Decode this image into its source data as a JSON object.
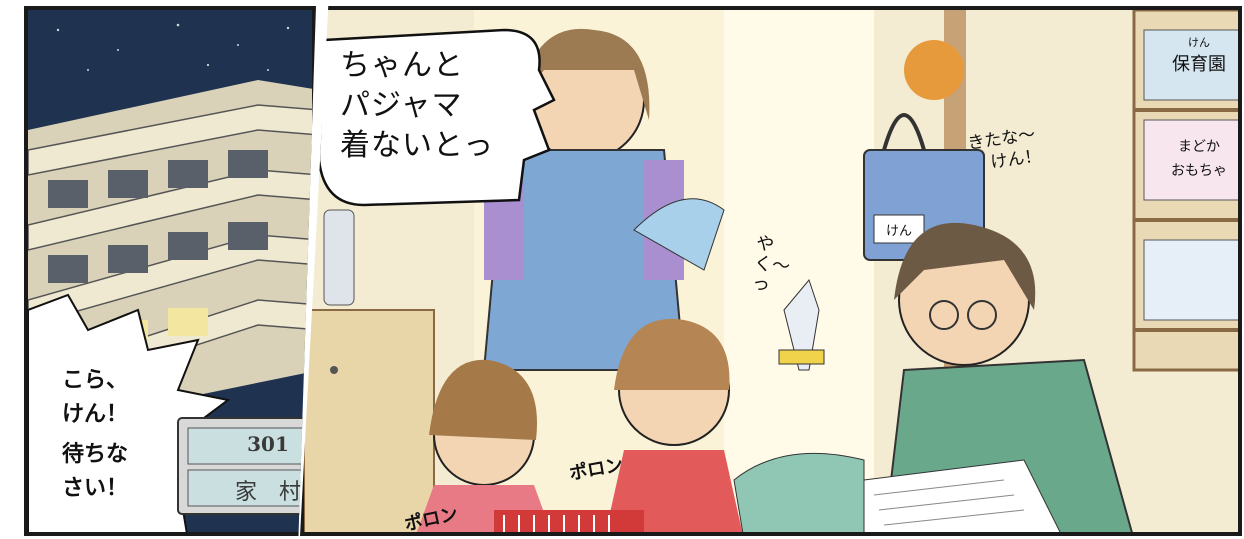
{
  "speech_mother": [
    "ちゃんと",
    "パジャマ",
    "着ないとっ"
  ],
  "speech_offscreen": [
    "こら、",
    "けん！",
    "待ちな",
    "さい！"
  ],
  "nameplate": {
    "number": "301",
    "name": "家　村"
  },
  "sfx_yaku": "やく〜っ",
  "sfx_poron_1": "ポロン",
  "sfx_poron_2": "ポロン",
  "father_words": [
    "きたな〜",
    "けん！"
  ],
  "wall_label_hoikuen": [
    "けん",
    "保育園"
  ],
  "wall_label_toys": [
    "まどか",
    "おもちゃ"
  ],
  "bag_tag": "けん",
  "colors": {
    "night_sky": "#1f3350",
    "wall": "#f4ecd2",
    "apron": "#7fa7d4",
    "shirt_dad": "#6aa88c",
    "piano": "#d23a3a"
  }
}
